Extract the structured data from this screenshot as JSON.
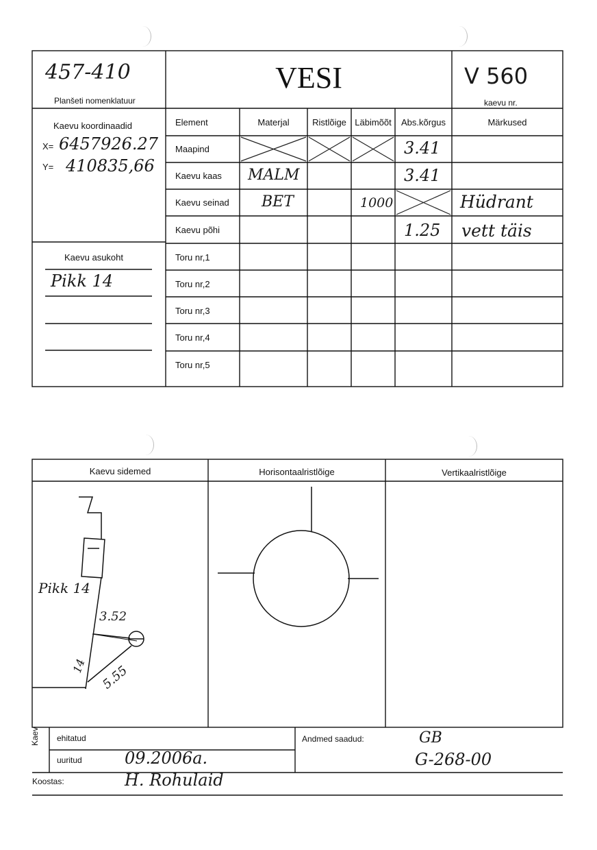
{
  "card1": {
    "nomenclature_value": "457-410",
    "nomenclature_label": "Planšeti nomenklatuur",
    "title": "VESI",
    "well_no_value": "V 560",
    "well_no_label": "kaevu nr.",
    "coords_label": "Kaevu koordinaadid",
    "coord_x_prefix": "X=",
    "coord_x_value": "6457926.27",
    "coord_y_prefix": "Y=",
    "coord_y_value": "410835,66",
    "location_label": "Kaevu asukoht",
    "location_value": "Pikk 14",
    "table": {
      "headers": [
        "Element",
        "Materjal",
        "Ristlõige",
        "Läbimõõt",
        "Abs.kõrgus",
        "Märkused"
      ],
      "rows": [
        {
          "element": "Maapind",
          "materjal": "",
          "ristloige": "",
          "labimoot": "",
          "abs": "3.41",
          "markused": ""
        },
        {
          "element": "Kaevu kaas",
          "materjal": "MALM",
          "ristloige": "",
          "labimoot": "",
          "abs": "3.41",
          "markused": ""
        },
        {
          "element": "Kaevu seinad",
          "materjal": "BET",
          "ristloige": "",
          "labimoot": "1000",
          "abs": "",
          "markused": "Hüdrant"
        },
        {
          "element": "Kaevu põhi",
          "materjal": "",
          "ristloige": "",
          "labimoot": "",
          "abs": "1.25",
          "markused": "vett täis"
        },
        {
          "element": "Toru nr,1",
          "materjal": "",
          "ristloige": "",
          "labimoot": "",
          "abs": "",
          "markused": ""
        },
        {
          "element": "Toru nr,2",
          "materjal": "",
          "ristloige": "",
          "labimoot": "",
          "abs": "",
          "markused": ""
        },
        {
          "element": "Toru nr,3",
          "materjal": "",
          "ristloige": "",
          "labimoot": "",
          "abs": "",
          "markused": ""
        },
        {
          "element": "Toru nr,4",
          "materjal": "",
          "ristloige": "",
          "labimoot": "",
          "abs": "",
          "markused": ""
        },
        {
          "element": "Toru nr,5",
          "materjal": "",
          "ristloige": "",
          "labimoot": "",
          "abs": "",
          "markused": ""
        }
      ]
    }
  },
  "card2": {
    "headers": {
      "sidemed": "Kaevu sidemed",
      "horisontaal": "Horisontaalristlõige",
      "vertikaal": "Vertikaalristlõige"
    },
    "sketch": {
      "building_label": "Pikk 14",
      "house_no": "14",
      "dist_1": "3.52",
      "dist_2": "5.55"
    },
    "footer": {
      "side_label": "Kaev",
      "ehitatud_label": "ehitatud",
      "uuritud_label": "uuritud",
      "uuritud_value": "09.2006a.",
      "andmed_label": "Andmed saadud:",
      "andmed_value_1": "GB",
      "andmed_value_2": "G-268-00",
      "koostas_label": "Koostas:",
      "koostas_value": "H. Rohulaid"
    }
  }
}
